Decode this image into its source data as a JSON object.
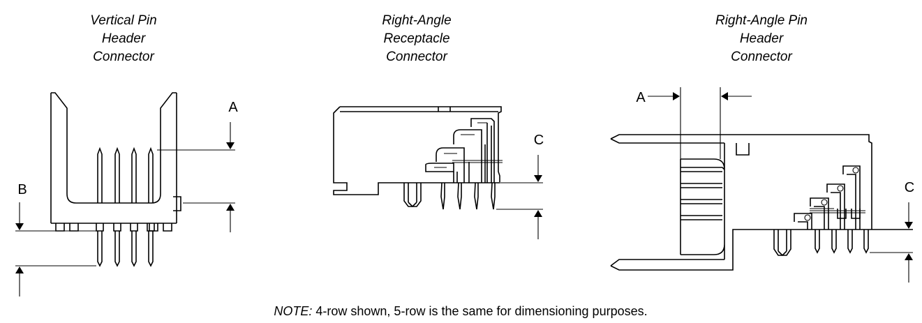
{
  "titles": {
    "vertical": [
      "Vertical Pin",
      "Header",
      "Connector"
    ],
    "receptacle": [
      "Right-Angle",
      "Receptacle",
      "Connector"
    ],
    "ra_header": [
      "Right-Angle Pin",
      "Header",
      "Connector"
    ]
  },
  "dims": {
    "vertical_a": "A",
    "vertical_b": "B",
    "receptacle_c": "C",
    "ra_header_a": "A",
    "ra_header_c": "C"
  },
  "note": {
    "label": "NOTE:",
    "text": " 4-row shown, 5-row is the same for dimensioning purposes."
  }
}
